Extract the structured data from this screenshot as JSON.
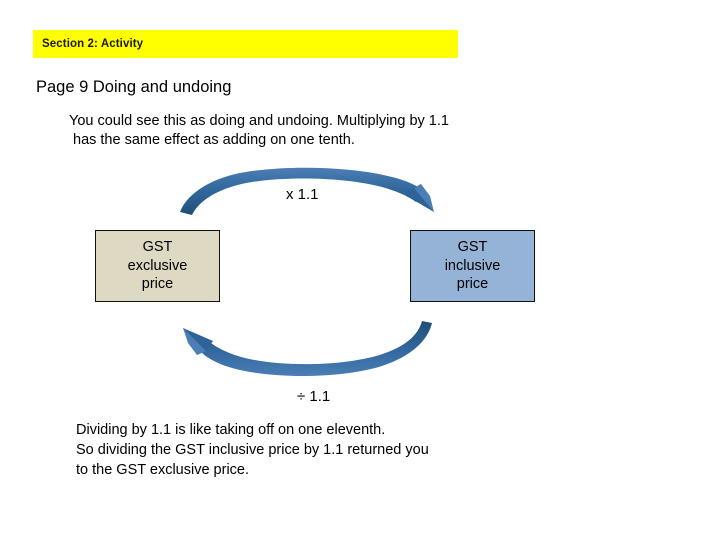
{
  "slide": {
    "banner": {
      "label": "Section 2: Activity",
      "background_color": "#FFFF00"
    },
    "heading": "Page 9 Doing and undoing",
    "intro": {
      "line1": "You could see this as doing and undoing. Multiplying by 1.1",
      "line2": "has the same effect as adding on one tenth."
    },
    "diagram": {
      "left_box": {
        "line1": "GST",
        "line2": "exclusive",
        "line3": "price",
        "fill_color": "#DDD9C3",
        "border_color": "#111111"
      },
      "right_box": {
        "line1": "GST",
        "line2": "inclusive",
        "line3": "price",
        "fill_color": "#95B3D7",
        "border_color": "#111111"
      },
      "top_arrow_label": "x 1.1",
      "bottom_arrow_label": "÷ 1.1",
      "arrow_color": "#31699C",
      "arrow_color_dark": "#1F4E79"
    },
    "closing": {
      "line1": "Dividing by 1.1 is like taking off on one eleventh.",
      "line2": "So dividing the GST inclusive price by 1.1 returned you",
      "line3": "to the GST exclusive price."
    }
  }
}
